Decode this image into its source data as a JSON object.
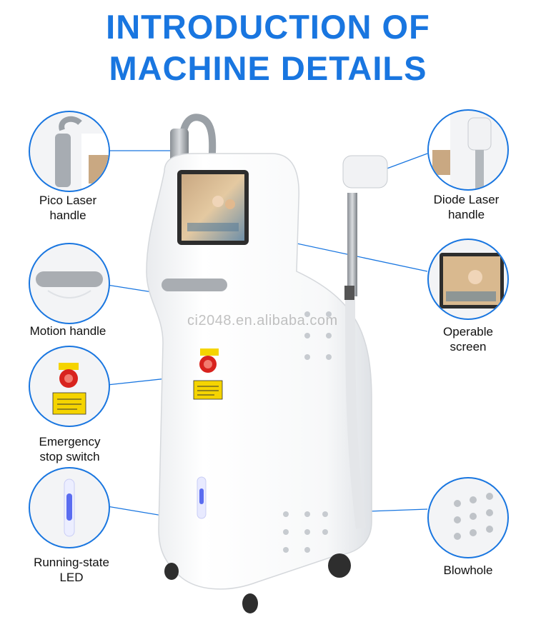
{
  "header": {
    "line1": "INTRODUCTION OF",
    "line2": "MACHINE DETAILS"
  },
  "callouts": {
    "pico": {
      "line1": "Pico Laser",
      "line2": "handle",
      "icon": "pico-laser-handle-icon"
    },
    "motion": {
      "line1": "Motion handle",
      "icon": "motion-handle-icon"
    },
    "emergency": {
      "line1": "Emergency",
      "line2": "stop switch",
      "icon": "emergency-stop-icon"
    },
    "led": {
      "line1": "Running-state",
      "line2": "LED",
      "icon": "led-icon"
    },
    "diode": {
      "line1": "Diode Laser",
      "line2": "handle",
      "icon": "diode-laser-handle-icon"
    },
    "screen": {
      "line1": "Operable",
      "line2": "screen",
      "icon": "screen-icon"
    },
    "blowhole": {
      "line1": "Blowhole",
      "icon": "blowhole-icon"
    }
  },
  "watermark": "ci2048.en.alibaba.com",
  "colors": {
    "accent": "#1976e0",
    "led": "#5a6cf0",
    "emergency": "#d8231e",
    "warning_label": "#f5d400"
  }
}
